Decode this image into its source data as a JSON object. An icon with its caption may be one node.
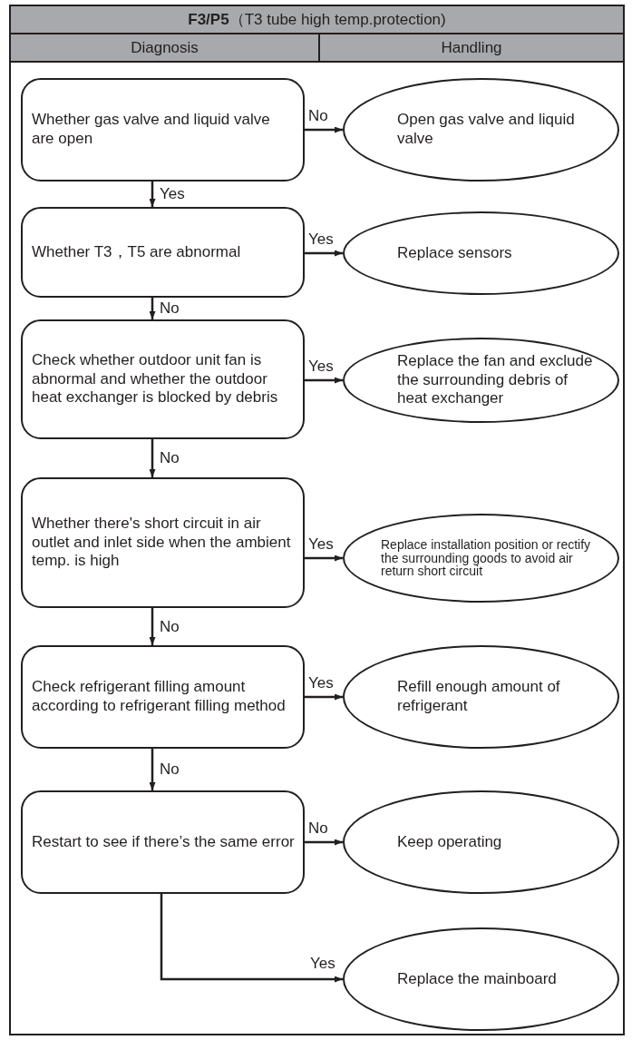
{
  "diagram": {
    "title": "**F3/P5**（T3 tube high temp.protection)",
    "nodes": [
      {
        "text": [
          "Whether gas valve and liquid valve are open"
        ]
      },
      {
        "text": [
          "Open gas valve and liquid valve"
        ]
      },
      {
        "text": [
          "Whether T3，T5 are abnormal"
        ]
      },
      {
        "text": [
          "Replace sensors"
        ]
      },
      {
        "text": [
          "Check whether outdoor unit fan is abnormal and whether the outdoor heat exchanger is blocked by debris"
        ]
      },
      {
        "text": [
          "Replace the fan and exclude the surrounding debris of heat exchanger"
        ]
      },
      {
        "text": [
          "Whether there's short circuit in air outlet and inlet side when the ambient temp. is high"
        ]
      },
      {
        "text": [
          "Replace installation position or rectify the surrounding goods to avoid air return short circuit"
        ]
      },
      {
        "text": [
          "Check refrigerant filling amount according to refrigerant filling method"
        ]
      },
      {
        "text": [
          "Refill enough amount of refrigerant"
        ]
      },
      {
        "text": [
          "Restart to see if there’s the same error"
        ]
      },
      {
        "text": [
          "Keep operating"
        ]
      },
      {
        "text": [
          "Replace the mainboard"
        ]
      }
    ],
    "edges": [
      {
        "from": 0,
        "to": 1,
        "arrow": "to",
        "label": "No"
      },
      {
        "from": 0,
        "to": 2,
        "arrow": "to",
        "label": "Yes"
      },
      {
        "from": 2,
        "to": 3,
        "arrow": "to",
        "label": "Yes"
      },
      {
        "from": 2,
        "to": 4,
        "arrow": "to",
        "label": "No"
      },
      {
        "from": 4,
        "to": 5,
        "arrow": "to",
        "label": "Yes"
      },
      {
        "from": 4,
        "to": 6,
        "arrow": "to",
        "label": "No"
      },
      {
        "from": 6,
        "to": 7,
        "arrow": "to",
        "label": "Yes"
      },
      {
        "from": 6,
        "to": 8,
        "arrow": "to",
        "label": "No"
      },
      {
        "from": 8,
        "to": 9,
        "arrow": "to",
        "label": "Yes"
      },
      {
        "from": 8,
        "to": 10,
        "arrow": "to",
        "label": "No"
      },
      {
        "from": 10,
        "to": 11,
        "arrow": "to",
        "label": "No"
      },
      {
        "from": 10,
        "to": 12,
        "arrow": "to",
        "label": "Yes"
      }
    ],
    "labels": [
      "Diagnosis",
      "Handling"
    ]
  }
}
